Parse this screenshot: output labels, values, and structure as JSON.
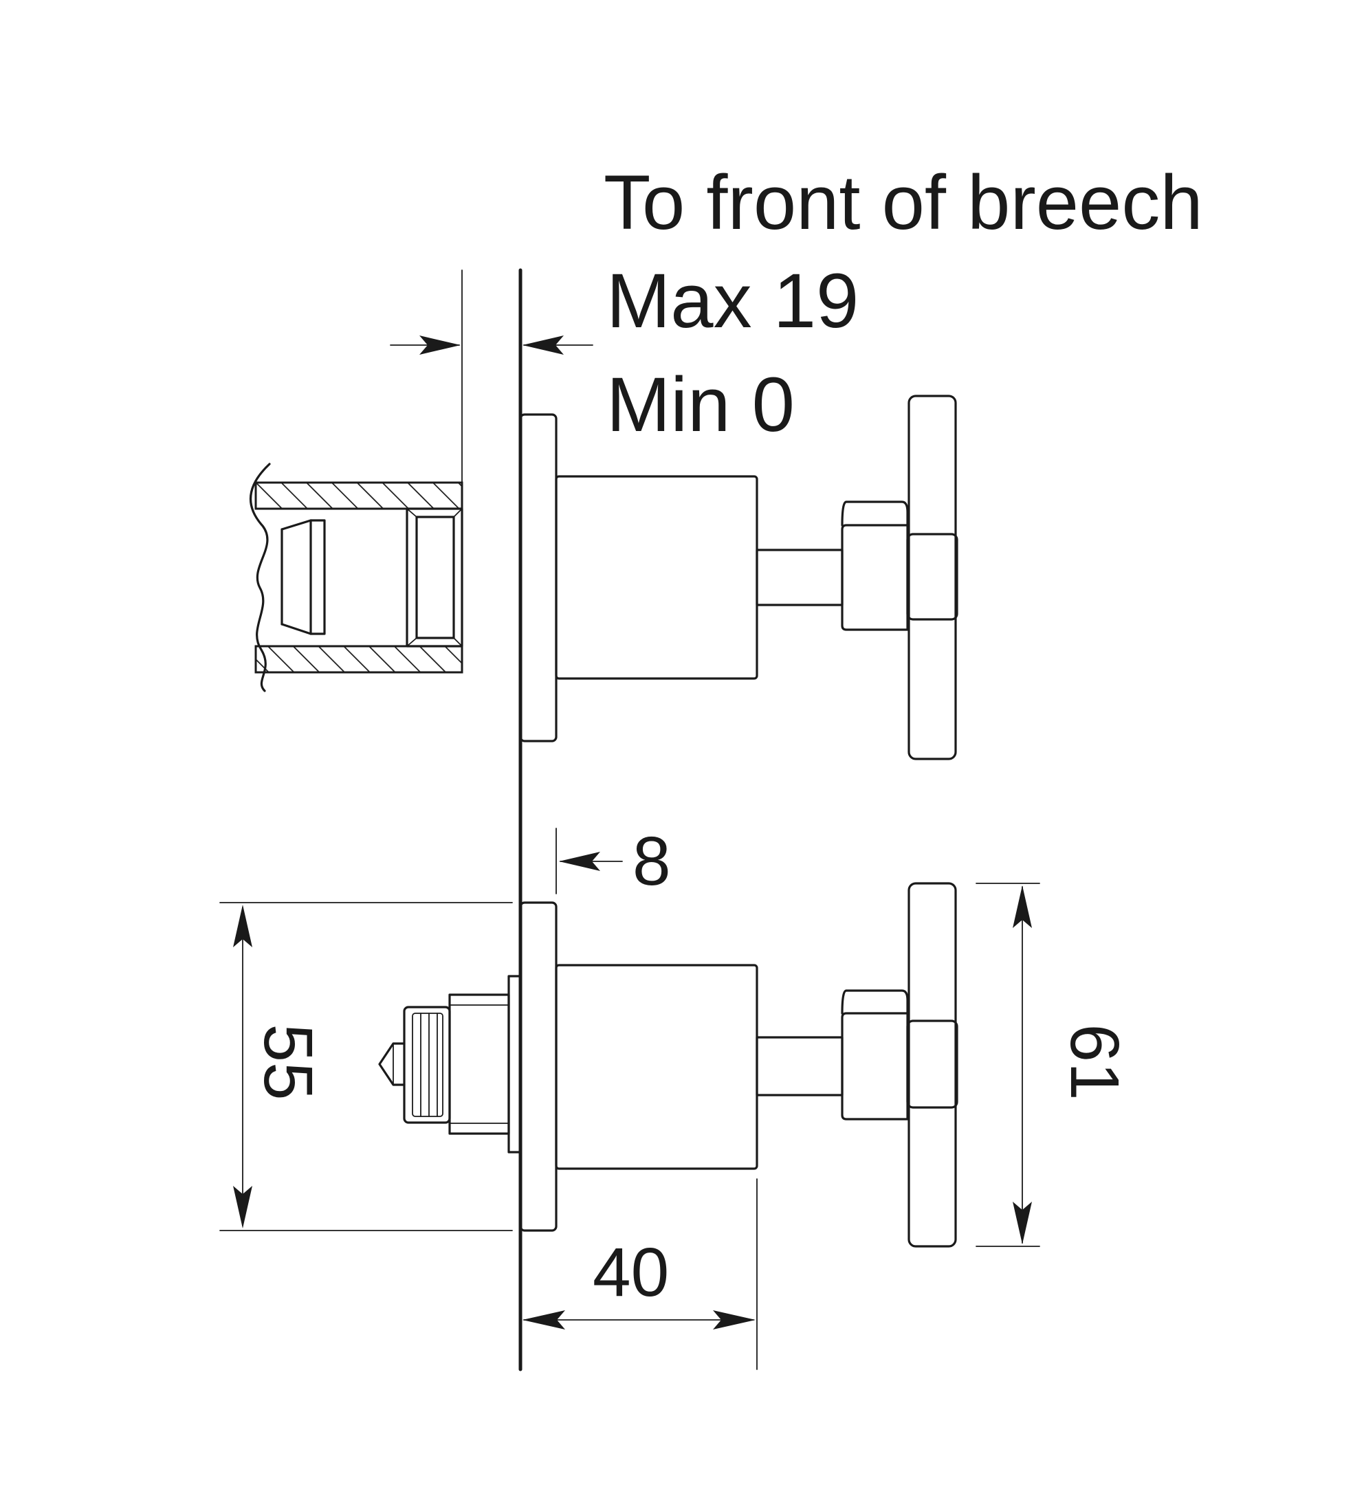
{
  "annotations": {
    "breech_line1": "To front of breech",
    "breech_line2": "Max 19",
    "breech_line3": "Min 0",
    "dim_flange": "8",
    "dim_height": "55",
    "dim_depth": "40",
    "dim_handle": "61"
  },
  "colors": {
    "ink": "#1a1a1a",
    "background": "#ffffff"
  }
}
